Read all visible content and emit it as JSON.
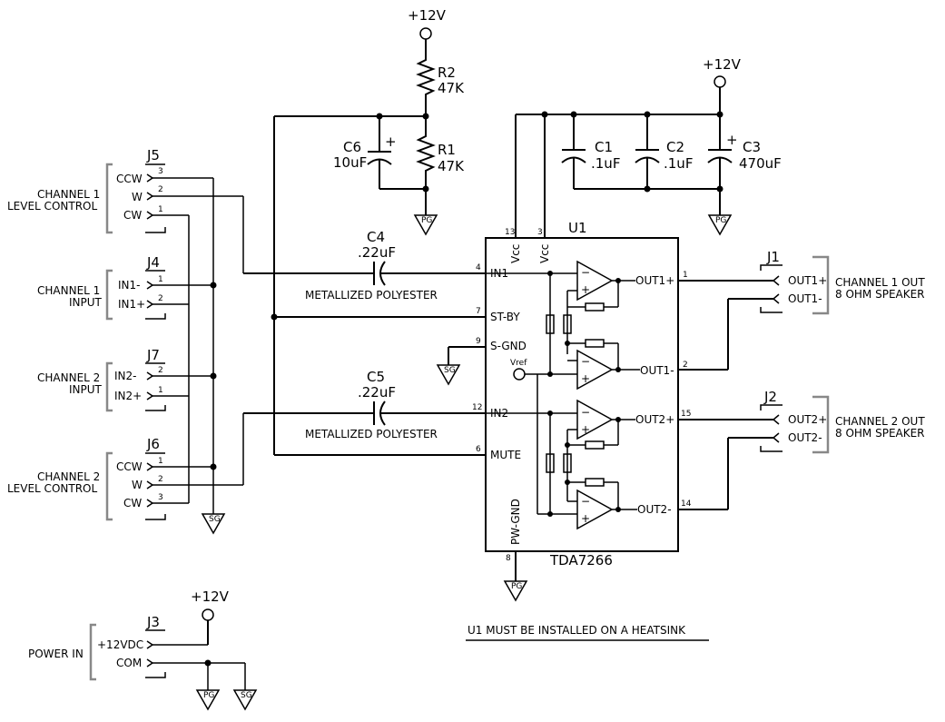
{
  "power": {
    "p12v_top": "+12V",
    "p12v_right": "+12V",
    "p12v_bottom": "+12V"
  },
  "resistors": {
    "r2": {
      "ref": "R2",
      "value": "47K"
    },
    "r1": {
      "ref": "R1",
      "value": "47K"
    }
  },
  "capacitors": {
    "c6": {
      "ref": "C6",
      "value": "10uF"
    },
    "c1": {
      "ref": "C1",
      "value": ".1uF"
    },
    "c2": {
      "ref": "C2",
      "value": ".1uF"
    },
    "c3": {
      "ref": "C3",
      "value": "470uF"
    },
    "c4": {
      "ref": "C4",
      "value": ".22uF",
      "note": "METALLIZED POLYESTER"
    },
    "c5": {
      "ref": "C5",
      "value": ".22uF",
      "note": "METALLIZED POLYESTER"
    }
  },
  "connectors": {
    "j5": {
      "ref": "J5",
      "label_line1": "CHANNEL 1",
      "label_line2": "LEVEL CONTROL",
      "pins": [
        "CCW",
        "W",
        "CW"
      ],
      "nums": [
        "3",
        "2",
        "1"
      ]
    },
    "j4": {
      "ref": "J4",
      "label_line1": "CHANNEL 1",
      "label_line2": "INPUT",
      "pins": [
        "IN1-",
        "IN1+"
      ],
      "nums": [
        "1",
        "2"
      ]
    },
    "j7": {
      "ref": "J7",
      "label_line1": "CHANNEL 2",
      "label_line2": "INPUT",
      "pins": [
        "IN2-",
        "IN2+"
      ],
      "nums": [
        "2",
        "1"
      ]
    },
    "j6": {
      "ref": "J6",
      "label_line1": "CHANNEL 2",
      "label_line2": "LEVEL CONTROL",
      "pins": [
        "CCW",
        "W",
        "CW"
      ],
      "nums": [
        "1",
        "2",
        "3"
      ]
    },
    "j3": {
      "ref": "J3",
      "label": "POWER IN",
      "pins": [
        "+12VDC",
        "COM"
      ]
    },
    "j1": {
      "ref": "J1",
      "pins": [
        "OUT1+",
        "OUT1-"
      ],
      "label_line1": "CHANNEL 1 OUT",
      "label_line2": "8 OHM SPEAKER"
    },
    "j2": {
      "ref": "J2",
      "pins": [
        "OUT2+",
        "OUT2-"
      ],
      "label_line1": "CHANNEL 2 OUT",
      "label_line2": "8 OHM SPEAKER"
    }
  },
  "ic": {
    "ref": "U1",
    "part": "TDA7266",
    "vcc1": "Vcc",
    "vcc2": "Vcc",
    "pin_in1": "IN1",
    "pin_stby": "ST-BY",
    "pin_sgnd": "S-GND",
    "pin_in2": "IN2",
    "pin_mute": "MUTE",
    "pin_pwgnd": "PW-GND",
    "vref": "Vref",
    "out1p": "OUT1+",
    "out1m": "OUT1-",
    "out2p": "OUT2+",
    "out2m": "OUT2-",
    "pin_nums": {
      "vcc13": "13",
      "vcc3": "3",
      "in1": "4",
      "stby": "7",
      "sgnd": "9",
      "in2": "12",
      "mute": "6",
      "pwgnd": "8",
      "out1p": "1",
      "out1m": "2",
      "out2p": "15",
      "out2m": "14"
    }
  },
  "grounds": {
    "pg": "PG",
    "sg": "SG"
  },
  "opamp_signs": {
    "minus": "−",
    "plus": "+"
  },
  "polarity_plus": "+",
  "note": "U1 MUST BE INSTALLED ON A HEATSINK"
}
